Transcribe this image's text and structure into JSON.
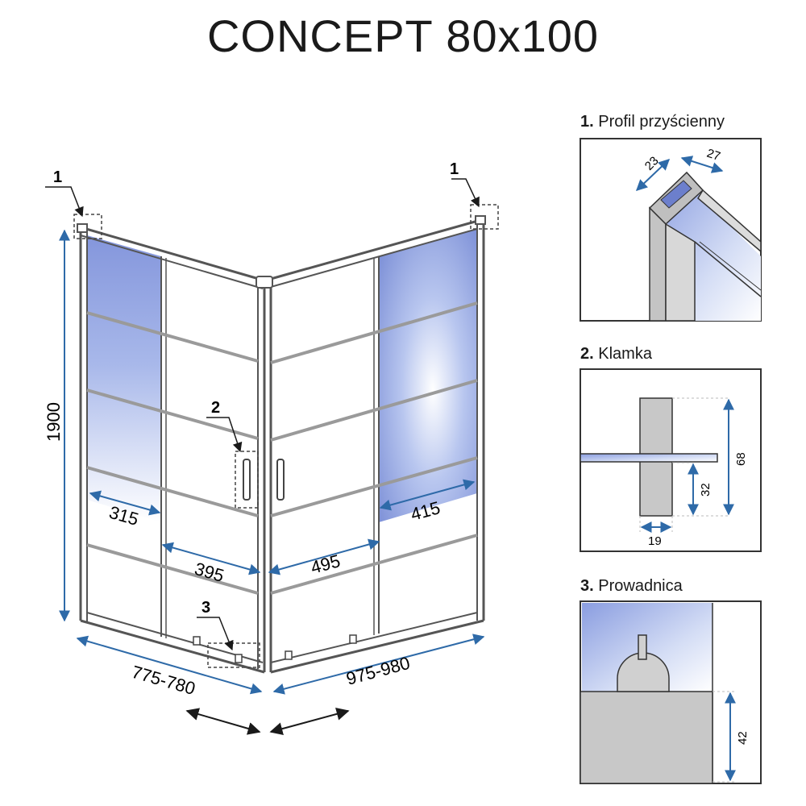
{
  "title": "CONCEPT 80x100",
  "main": {
    "callout_1_left": "1",
    "callout_1_right": "1",
    "callout_2": "2",
    "callout_3": "3",
    "height": "1900",
    "dim_315": "315",
    "dim_415": "415",
    "dim_395": "395",
    "dim_495": "495",
    "width_left": "775-780",
    "width_right": "975-980"
  },
  "details": [
    {
      "number": "1.",
      "name": "Profil przyścienny",
      "dims": [
        "23",
        "27"
      ]
    },
    {
      "number": "2.",
      "name": "Klamka",
      "dims": [
        "68",
        "32",
        "19"
      ]
    },
    {
      "number": "3.",
      "name": "Prowadnica",
      "dims": [
        "42"
      ]
    }
  ],
  "colors": {
    "frame": "#555555",
    "glass_blue": "#8fa3e0",
    "dimension": "#2e6aa8",
    "panel_border": "#333333"
  }
}
